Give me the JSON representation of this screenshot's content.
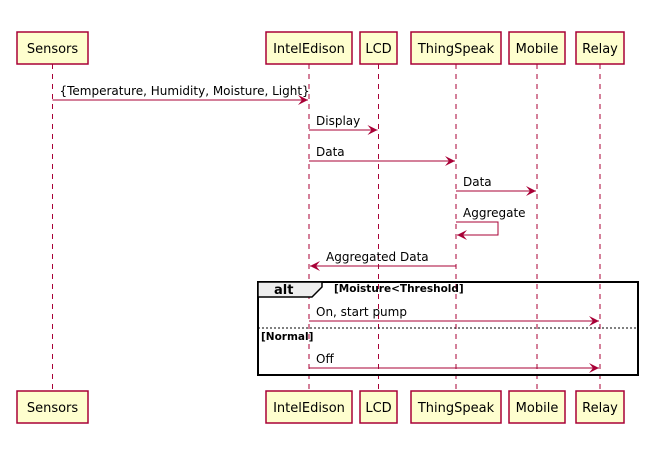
{
  "colors": {
    "participant_fill": "#FEFECE",
    "participant_border": "#A80036",
    "message": "#A80036",
    "lifeline": "#A80036",
    "frame": "#000000",
    "alt_tab_fill": "#EEEEEE"
  },
  "participants": [
    {
      "id": "sensors",
      "label": "Sensors"
    },
    {
      "id": "inteledison",
      "label": "IntelEdison"
    },
    {
      "id": "lcd",
      "label": "LCD"
    },
    {
      "id": "thingspeak",
      "label": "ThingSpeak"
    },
    {
      "id": "mobile",
      "label": "Mobile"
    },
    {
      "id": "relay",
      "label": "Relay"
    }
  ],
  "messages": [
    {
      "from": "sensors",
      "to": "inteledison",
      "label": "{Temperature, Humidity, Moisture, Light}"
    },
    {
      "from": "inteledison",
      "to": "lcd",
      "label": "Display"
    },
    {
      "from": "inteledison",
      "to": "thingspeak",
      "label": "Data"
    },
    {
      "from": "thingspeak",
      "to": "mobile",
      "label": "Data"
    },
    {
      "from": "thingspeak",
      "to": "thingspeak",
      "label": "Aggregate",
      "self": true
    },
    {
      "from": "thingspeak",
      "to": "inteledison",
      "label": "Aggregated Data"
    },
    {
      "from": "inteledison",
      "to": "relay",
      "label": "On, start pump"
    },
    {
      "from": "inteledison",
      "to": "relay",
      "label": "Off"
    }
  ],
  "alt_fragment": {
    "label": "alt",
    "conditions": [
      "[Moisture<Threshold]",
      "[Normal]"
    ]
  }
}
